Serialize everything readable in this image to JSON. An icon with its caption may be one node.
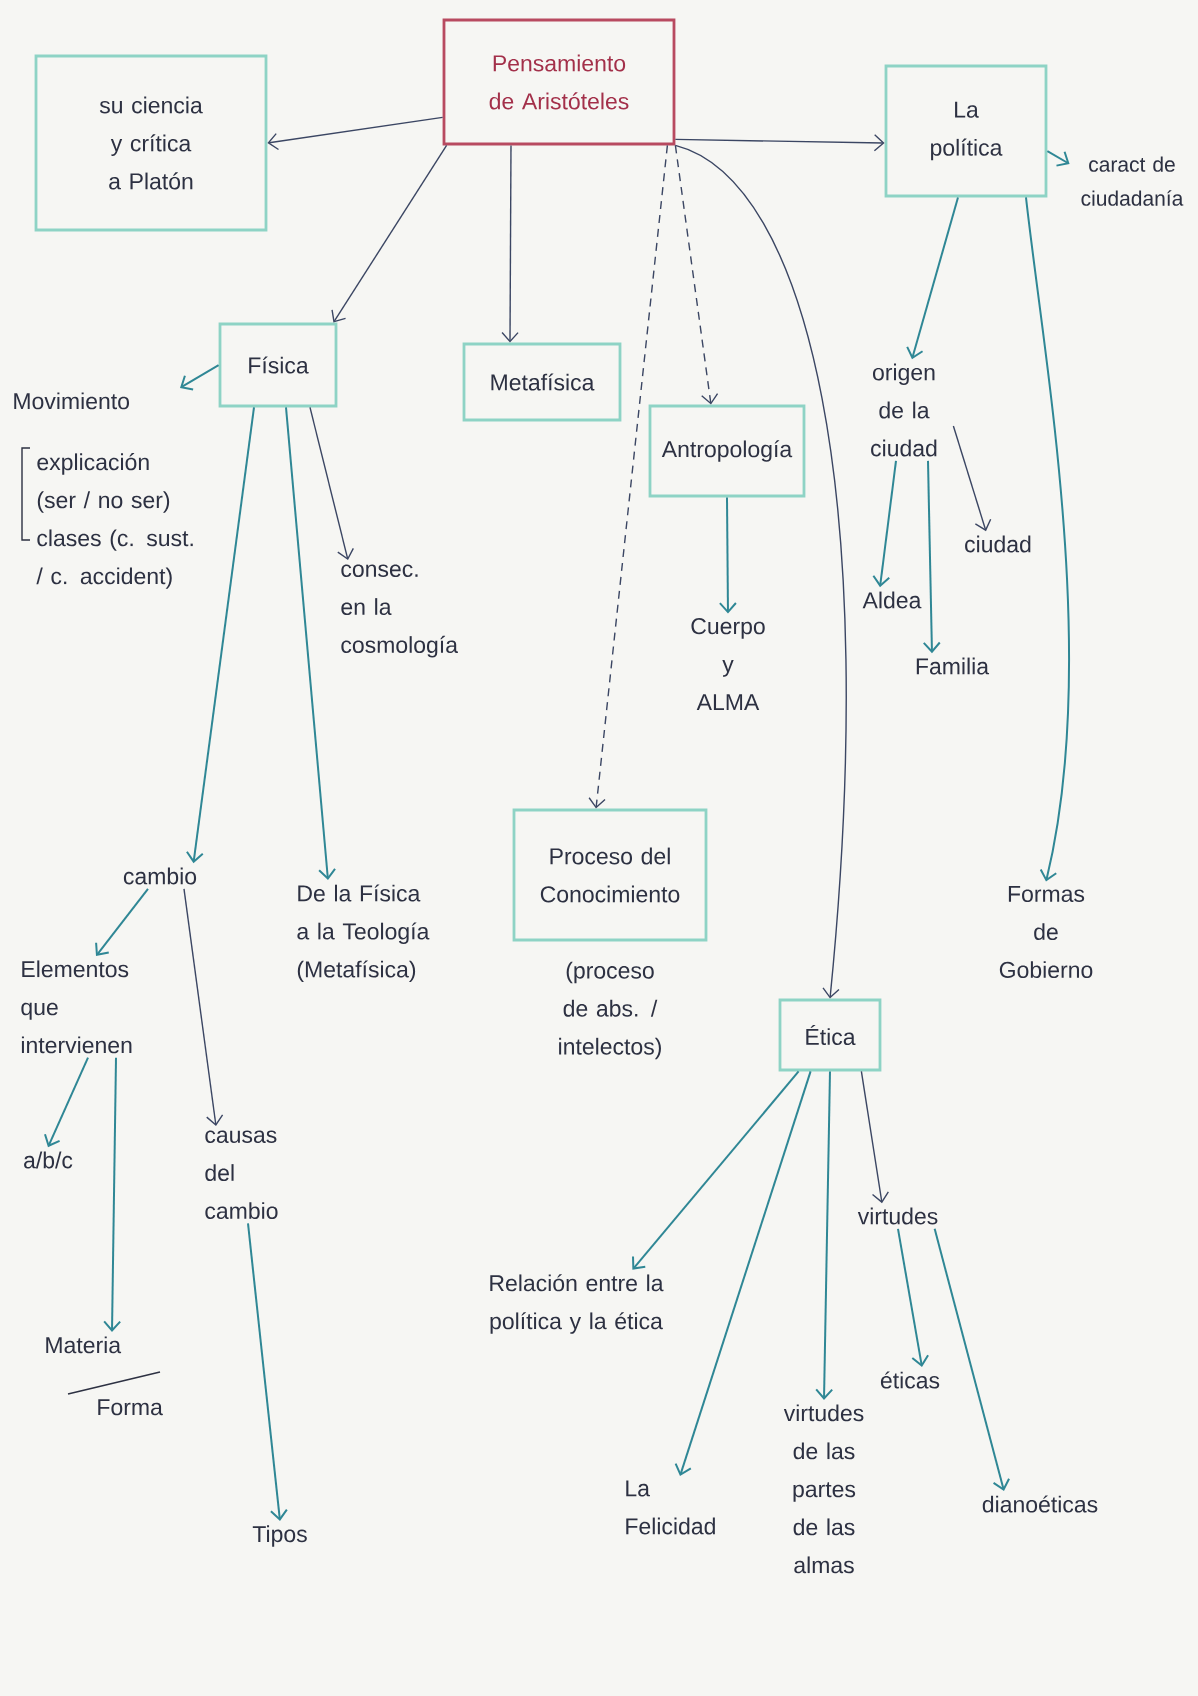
{
  "diagram": {
    "nodes": [
      {
        "text": [
          "Pensamiento de Aristóteles"
        ]
      },
      {
        "text": [
          "su ciencia y crítica a Platón"
        ]
      },
      {
        "text": [
          "La política"
        ]
      },
      {
        "text": [
          "caract de ciudadanía"
        ]
      },
      {
        "text": [
          "Física"
        ]
      },
      {
        "text": [
          "Metafísica"
        ]
      },
      {
        "text": [
          "origen de la ciudad"
        ]
      },
      {
        "text": [
          "Movimiento",
          "explicación (ser / no ser)",
          "clases (c. sust. / c. accident)"
        ]
      },
      {
        "text": [
          "Antropología"
        ]
      },
      {
        "text": [
          "ciudad"
        ]
      },
      {
        "text": [
          "consec. en la cosmología"
        ]
      },
      {
        "text": [
          "Aldea"
        ]
      },
      {
        "text": [
          "Cuerpo y ALMA"
        ]
      },
      {
        "text": [
          "Familia"
        ]
      },
      {
        "text": [
          "Proceso del Conocimiento"
        ],
        "beside": [
          "(proceso de abs. / intelectos)"
        ]
      },
      {
        "text": [
          "Formas de Gobierno"
        ]
      },
      {
        "text": [
          "cambio"
        ]
      },
      {
        "text": [
          "De la Física a la Teología (Metafísica)"
        ]
      },
      {
        "text": [
          "Elementos que intervienen"
        ]
      },
      {
        "text": [
          "Ética"
        ]
      },
      {
        "text": [
          "causas del cambio"
        ]
      },
      {
        "text": [
          "a/b/c"
        ]
      },
      {
        "text": [
          "virtudes"
        ]
      },
      {
        "text": [
          "Relación entre la política y la ética"
        ]
      },
      {
        "text": [
          "Materia",
          "Forma"
        ]
      },
      {
        "text": [
          "éticas"
        ]
      },
      {
        "text": [
          "virtudes de las partes de las almas"
        ]
      },
      {
        "text": [
          "La Felicidad"
        ]
      },
      {
        "text": [
          "dianoéticas"
        ]
      },
      {
        "text": [
          "Tipos"
        ]
      }
    ],
    "edges": [
      {
        "from": 0,
        "to": 1,
        "arrow": "to",
        "color": "#3b4663"
      },
      {
        "from": 0,
        "to": 2,
        "arrow": "to",
        "color": "#3b4663"
      },
      {
        "from": 0,
        "to": 4,
        "arrow": "to",
        "color": "#3b4663"
      },
      {
        "from": 0,
        "to": 5,
        "arrow": "to",
        "color": "#3b4663"
      },
      {
        "from": 0,
        "to": 8,
        "arrow": "to",
        "style": "dashed",
        "color": "#3b4663"
      },
      {
        "from": 0,
        "to": 14,
        "arrow": "to",
        "style": "dashed",
        "color": "#3b4663"
      },
      {
        "from": 0,
        "to": 19,
        "arrow": "to",
        "color": "#3b4663"
      },
      {
        "from": 2,
        "to": 3,
        "arrow": "to"
      },
      {
        "from": 2,
        "to": 6,
        "arrow": "to"
      },
      {
        "from": 2,
        "to": 15,
        "arrow": "to"
      },
      {
        "from": 4,
        "to": 7,
        "arrow": "to"
      },
      {
        "from": 4,
        "to": 16,
        "arrow": "to"
      },
      {
        "from": 4,
        "to": 17,
        "arrow": "to"
      },
      {
        "from": 4,
        "to": 10,
        "arrow": "to",
        "color": "#3b4663"
      },
      {
        "from": 8,
        "to": 12,
        "arrow": "to"
      },
      {
        "from": 6,
        "to": 11,
        "arrow": "to"
      },
      {
        "from": 6,
        "to": 13,
        "arrow": "to"
      },
      {
        "from": 6,
        "to": 9,
        "arrow": "to",
        "color": "#3b4663"
      },
      {
        "from": 16,
        "to": 18,
        "arrow": "to"
      },
      {
        "from": 16,
        "to": 20,
        "arrow": "to",
        "color": "#3b4663"
      },
      {
        "from": 18,
        "to": 21,
        "arrow": "to"
      },
      {
        "from": 18,
        "to": 24,
        "arrow": "to"
      },
      {
        "from": 20,
        "to": 29,
        "arrow": "to"
      },
      {
        "from": 19,
        "to": 23,
        "arrow": "to"
      },
      {
        "from": 19,
        "to": 27,
        "arrow": "to"
      },
      {
        "from": 19,
        "to": 26,
        "arrow": "to"
      },
      {
        "from": 19,
        "to": 22,
        "arrow": "to",
        "color": "#3b4663"
      },
      {
        "from": 22,
        "to": 25,
        "arrow": "to"
      },
      {
        "from": 22,
        "to": 28,
        "arrow": "to"
      }
    ]
  }
}
